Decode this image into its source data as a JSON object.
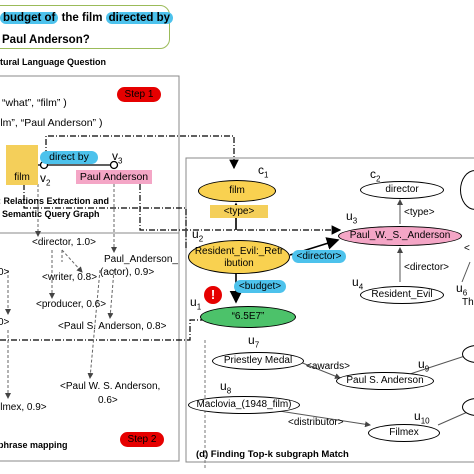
{
  "question": {
    "part1": "budget of",
    "part2": " the film ",
    "part3": "directed by",
    "line2": "Paul Anderson?",
    "caption": "tural Language Question"
  },
  "step1": {
    "badge": "Step 1",
    "triple1": "“what”, “film” )",
    "triple2": "ilm”, “Paul Anderson” )",
    "node_film": "film",
    "edge_direct_by": "direct by",
    "node_paul": "Paul Anderson",
    "v2": "v",
    "v2_sub": "2",
    "v3": "v",
    "v3_sub": "3",
    "caption_line1": ": Relations Extraction and",
    "caption_line2": "Semantic Query Graph"
  },
  "step2": {
    "badge": "Step 2",
    "caption": "phrase mapping",
    "items": [
      "<director, 1.0>",
      "<writer, 0.8>",
      "<producer, 0.6>",
      "Paul_Anderson_",
      "(actor), 0.9>",
      "<Paul S. Anderson, 0.8>",
      "<Paul W. S. Anderson,",
      "0.6>",
      "ilmex, 0.9>",
      "0>",
      "0>"
    ]
  },
  "panel_d": {
    "title": "(d)  Finding Top-k subgraph Match",
    "nodes": {
      "film": "film",
      "type_tag": "<type>",
      "resident_retribution": "Resident_Evil:_Retr\nibution",
      "director_tag": "<director>",
      "paul_ws": "Paul_W._S._Anderson",
      "budget_tag": "<budget>",
      "value": "“6.5E7”",
      "director": "director",
      "type2": "<type>",
      "director2": "<director>",
      "resident_evil": "Resident_Evil",
      "priestley": "Priestley Medal",
      "awards": "<awards>",
      "paul_s": "Paul S. Anderson",
      "maclovia": "Maclovia_(1948_film)",
      "distributor": "<distributor>",
      "filmex": "Filmex",
      "right_partial_1": "<",
      "right_partial_2": "Th"
    },
    "labels": {
      "c1": "c",
      "c1_sub": "1",
      "c2": "c",
      "c2_sub": "2",
      "u1": "u",
      "u1_sub": "1",
      "u2": "u",
      "u2_sub": "2",
      "u3": "u",
      "u3_sub": "3",
      "u4": "u",
      "u4_sub": "4",
      "u6": "u",
      "u6_sub": "6",
      "u7": "u",
      "u7_sub": "7",
      "u8": "u",
      "u8_sub": "8",
      "u9": "u",
      "u9_sub": "9",
      "u10": "u",
      "u10_sub": "10",
      "alert": "!"
    }
  },
  "colors": {
    "yellow": "#f9d150",
    "yellow_light": "#f4cf5a",
    "blue": "#4dc2ec",
    "pink": "#f4a6c6",
    "green": "#4cc26a",
    "red": "#e60000",
    "question_border": "#9bbb59"
  }
}
